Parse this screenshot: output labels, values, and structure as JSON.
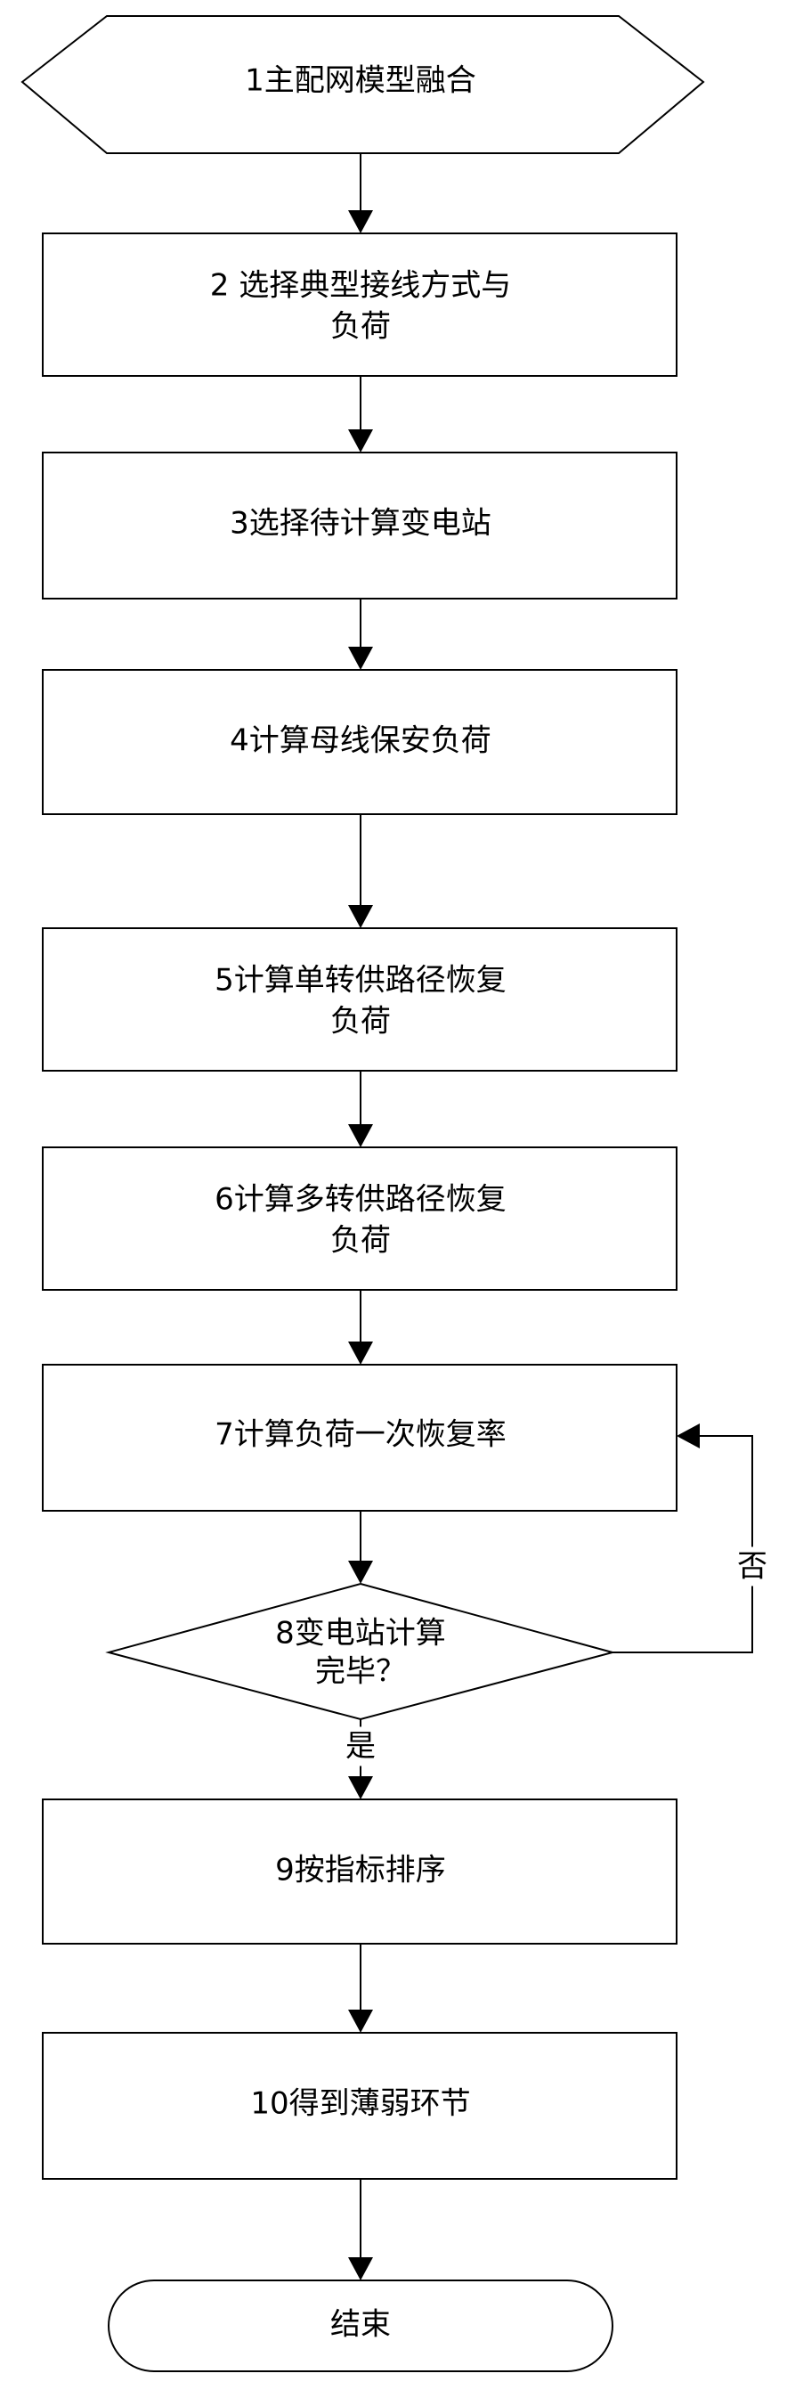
{
  "diagram": {
    "type": "flowchart",
    "nodes": [
      {
        "id": "n1",
        "lines": [
          "1主配网模型融合"
        ]
      },
      {
        "id": "n2",
        "lines": [
          "2  选择典型接线方式与",
          "负荷"
        ]
      },
      {
        "id": "n3",
        "lines": [
          "3选择待计算变电站"
        ]
      },
      {
        "id": "n4",
        "lines": [
          "4计算母线保安负荷"
        ]
      },
      {
        "id": "n5",
        "lines": [
          "5计算单转供路径恢复",
          "负荷"
        ]
      },
      {
        "id": "n6",
        "lines": [
          "6计算多转供路径恢复",
          "负荷"
        ]
      },
      {
        "id": "n7",
        "lines": [
          "7计算负荷一次恢复率"
        ]
      },
      {
        "id": "n8",
        "lines": [
          "8变电站计算",
          "完毕？"
        ]
      },
      {
        "id": "n9",
        "lines": [
          "9按指标排序"
        ]
      },
      {
        "id": "n10",
        "lines": [
          "10得到薄弱环节"
        ]
      },
      {
        "id": "n11",
        "lines": [
          "结束"
        ]
      }
    ],
    "edges": [
      {
        "from": "n1",
        "to": "n2"
      },
      {
        "from": "n2",
        "to": "n3"
      },
      {
        "from": "n3",
        "to": "n4"
      },
      {
        "from": "n4",
        "to": "n5"
      },
      {
        "from": "n5",
        "to": "n6"
      },
      {
        "from": "n6",
        "to": "n7"
      },
      {
        "from": "n7",
        "to": "n8"
      },
      {
        "from": "n8",
        "to": "n9",
        "label": "是"
      },
      {
        "from": "n8",
        "to": "n7",
        "label": "否"
      },
      {
        "from": "n9",
        "to": "n10"
      },
      {
        "from": "n10",
        "to": "n11"
      }
    ]
  }
}
